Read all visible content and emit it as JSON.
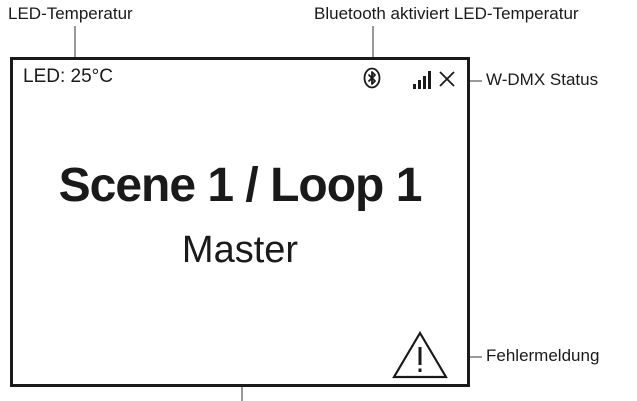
{
  "callouts": {
    "led_temperature": "LED-Temperatur",
    "bluetooth_led_temperature": "Bluetooth aktiviert LED-Temperatur",
    "wdmx_status": "W-DMX Status",
    "error_message": "Fehlermeldung"
  },
  "screen": {
    "led_readout": "LED: 25°C",
    "scene_title": "Scene 1 / Loop 1",
    "role": "Master"
  },
  "icons": {
    "bluetooth": "bluetooth-icon",
    "signal": "signal-bars-icon",
    "disconnected": "cross-icon",
    "warning": "warning-triangle-icon"
  }
}
